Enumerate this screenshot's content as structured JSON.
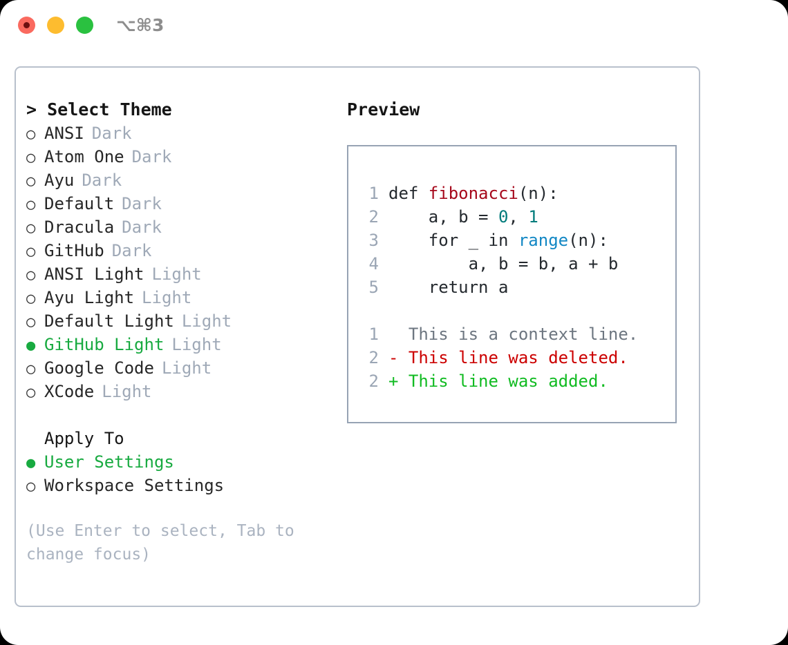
{
  "titlebar": {
    "shortcut": "⌥⌘3",
    "lights": [
      "close-red",
      "minimize-yellow",
      "zoom-green"
    ]
  },
  "theme_picker": {
    "header": "> Select Theme",
    "items": [
      {
        "name": "ANSI",
        "variant": "Dark",
        "selected": false
      },
      {
        "name": "Atom One",
        "variant": "Dark",
        "selected": false
      },
      {
        "name": "Ayu",
        "variant": "Dark",
        "selected": false
      },
      {
        "name": "Default",
        "variant": "Dark",
        "selected": false
      },
      {
        "name": "Dracula",
        "variant": "Dark",
        "selected": false
      },
      {
        "name": "GitHub",
        "variant": "Dark",
        "selected": false
      },
      {
        "name": "ANSI Light",
        "variant": "Light",
        "selected": false
      },
      {
        "name": "Ayu Light",
        "variant": "Light",
        "selected": false
      },
      {
        "name": "Default Light",
        "variant": "Light",
        "selected": false
      },
      {
        "name": "GitHub Light",
        "variant": "Light",
        "selected": true
      },
      {
        "name": "Google Code",
        "variant": "Light",
        "selected": false
      },
      {
        "name": "XCode",
        "variant": "Light",
        "selected": false
      }
    ],
    "bullet_off": "○",
    "bullet_on": "●"
  },
  "apply_to": {
    "header": "Apply To",
    "items": [
      {
        "name": "User Settings",
        "selected": true
      },
      {
        "name": "Workspace Settings",
        "selected": false
      }
    ]
  },
  "hint": "(Use Enter to select, Tab to change focus)",
  "preview": {
    "title": "Preview",
    "code_lines": [
      {
        "no": "1",
        "segments": [
          {
            "t": "def ",
            "c": "code-txt"
          },
          {
            "t": "fibonacci",
            "c": "tok-fn"
          },
          {
            "t": "(n):",
            "c": "code-txt"
          }
        ]
      },
      {
        "no": "2",
        "segments": [
          {
            "t": "    a, b = ",
            "c": "code-txt"
          },
          {
            "t": "0",
            "c": "tok-num"
          },
          {
            "t": ", ",
            "c": "code-txt"
          },
          {
            "t": "1",
            "c": "tok-num"
          }
        ]
      },
      {
        "no": "3",
        "segments": [
          {
            "t": "    for _ in ",
            "c": "code-txt"
          },
          {
            "t": "range",
            "c": "tok-call"
          },
          {
            "t": "(n):",
            "c": "code-txt"
          }
        ]
      },
      {
        "no": "4",
        "segments": [
          {
            "t": "        a, b = b, a + b",
            "c": "code-txt"
          }
        ]
      },
      {
        "no": "5",
        "segments": [
          {
            "t": "    return a",
            "c": "code-txt"
          }
        ]
      }
    ],
    "diff_lines": [
      {
        "no": "1",
        "marker": "  ",
        "text": "This is a context line.",
        "kind": "diff-ctx"
      },
      {
        "no": "2",
        "marker": "- ",
        "text": "This line was deleted.",
        "kind": "diff-del"
      },
      {
        "no": "2",
        "marker": "+ ",
        "text": "This line was added.",
        "kind": "diff-add"
      }
    ]
  },
  "colors": {
    "accent_green": "#18aa40",
    "diff_add": "#11bb22",
    "diff_del": "#cc0000",
    "muted": "#9fa9b7",
    "border": "#b8c0cc",
    "preview_border": "#97a3b4",
    "fn_red": "#a6081b",
    "num_teal": "#007b7b",
    "call_blue": "#1287c4"
  }
}
